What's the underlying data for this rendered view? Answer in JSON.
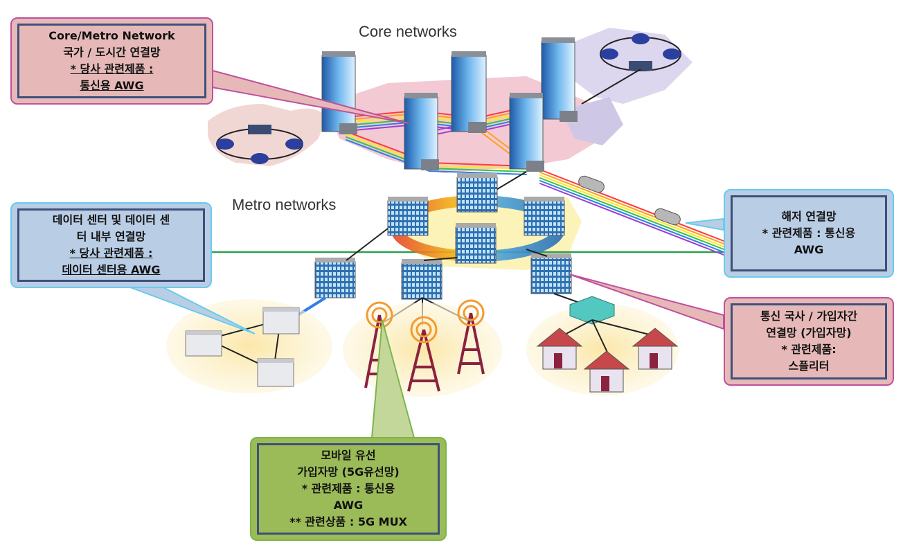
{
  "labels": {
    "core": "Core networks",
    "metro": "Metro networks"
  },
  "callouts": {
    "core": {
      "lines": [
        "Core/Metro Network",
        "국가 / 도시간 연결망",
        "* 당사 관련제품 :",
        "통신용 AWG"
      ]
    },
    "datacenter": {
      "lines": [
        "데이터 센터 및 데이터 센",
        "터 내부 연결망",
        "* 당사 관련제품 :",
        "데이터 센터용 AWG"
      ]
    },
    "submarine": {
      "lines": [
        "해저 연결망",
        "* 관련제품 : 통신용",
        "AWG"
      ]
    },
    "access": {
      "lines": [
        "통신 국사 / 가입자간",
        "연결망 (가입자망)",
        "* 관련제품:",
        "스플리터"
      ]
    },
    "mobile": {
      "lines": [
        "모바일 유선",
        "가입자망 (5G유선망)",
        "* 관련제품 : 통신용",
        "AWG",
        "** 관련상품 : 5G MUX"
      ]
    }
  },
  "colors": {
    "pink_fill": "#e6b9b8",
    "pink_border": "#c0509c",
    "blue_fill": "#b9cde5",
    "blue_border": "#66ccee",
    "green_fill": "#9bbb59",
    "green_border": "#7ab648",
    "inner_border": "#3e4f7a",
    "green_line": "#2e9e4f"
  },
  "icons": [
    "building-icon",
    "server-icon",
    "cell-tower-icon",
    "house-icon",
    "splitter-icon",
    "router-icon",
    "repeater-icon"
  ]
}
